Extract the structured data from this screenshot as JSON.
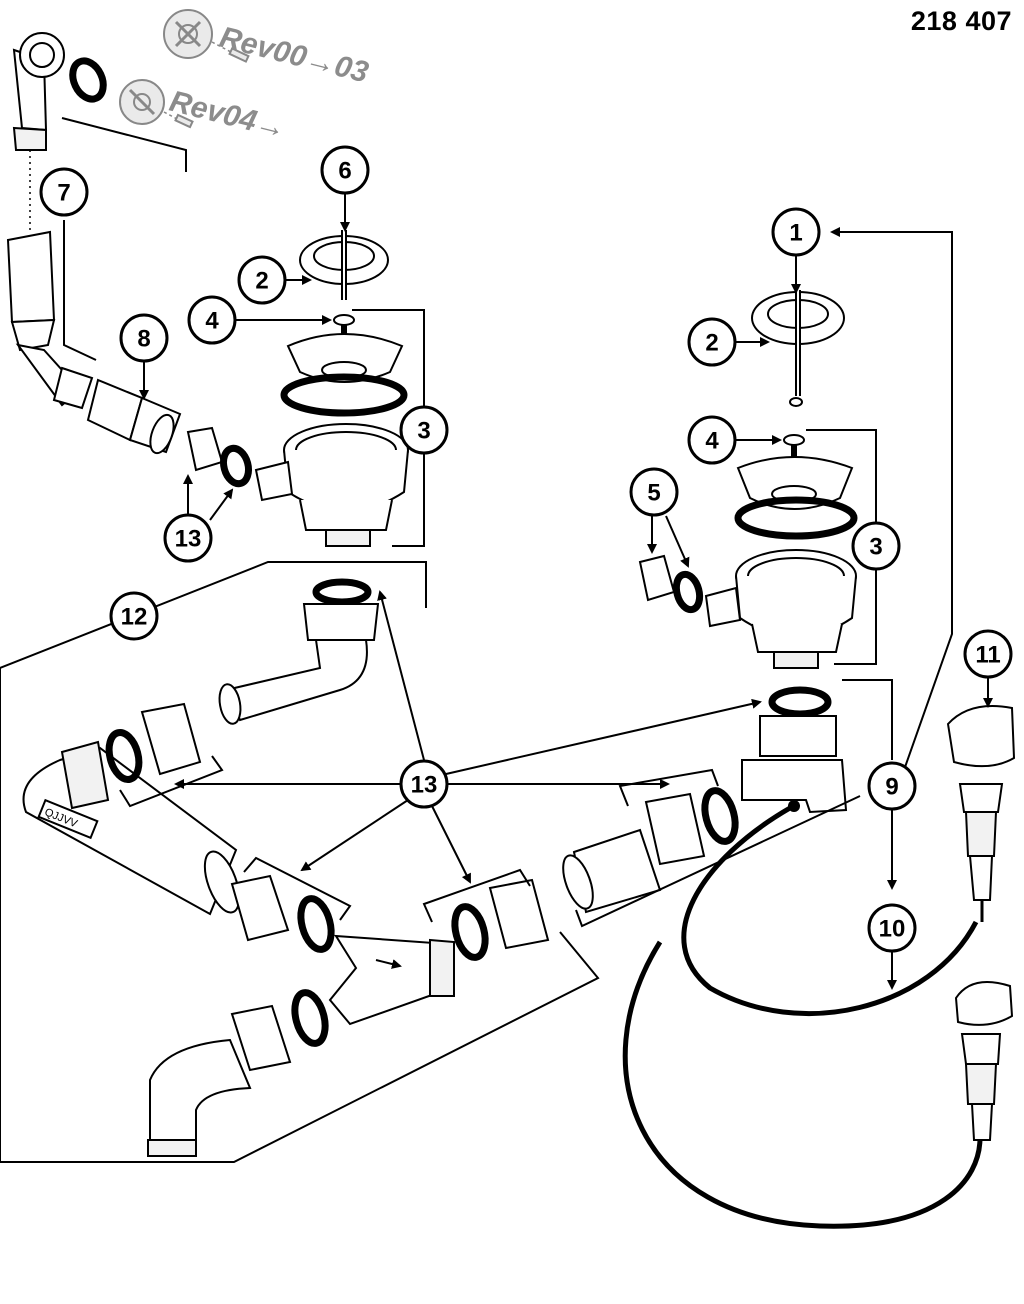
{
  "document": {
    "number": "218 407"
  },
  "revisions": {
    "rev_a": "Rev00→03",
    "rev_b": "Rev04→"
  },
  "tube_label": "QJJVV",
  "callouts": {
    "c1": "1",
    "c2a": "2",
    "c2b": "2",
    "c3a": "3",
    "c3b": "3",
    "c4a": "4",
    "c4b": "4",
    "c5": "5",
    "c6": "6",
    "c7": "7",
    "c8": "8",
    "c9": "9",
    "c10": "10",
    "c11": "11",
    "c12": "12",
    "c13a": "13",
    "c13b": "13"
  },
  "colors": {
    "line": "#000000",
    "revision_grey": "#8c8c8c",
    "background": "#ffffff"
  }
}
